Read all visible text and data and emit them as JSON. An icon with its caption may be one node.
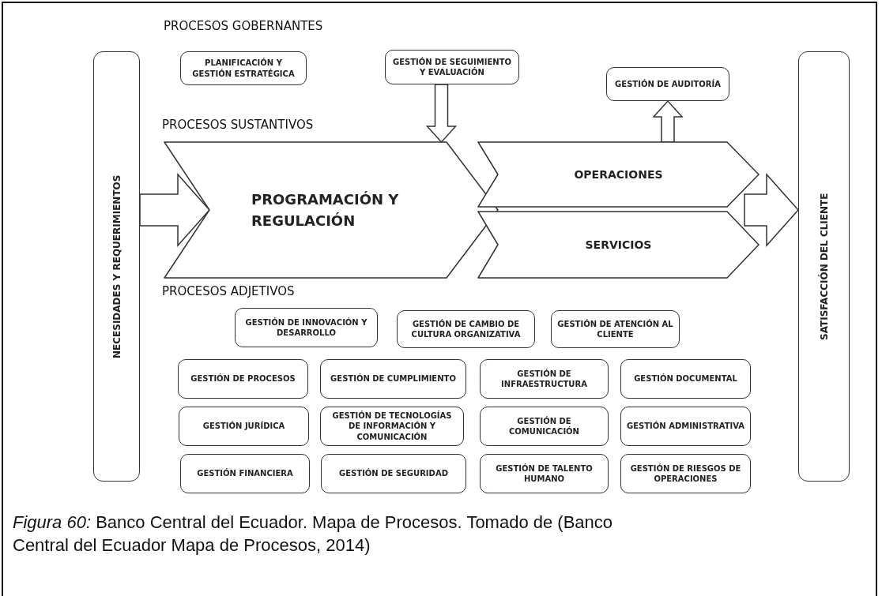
{
  "diagram": {
    "caption": "*Figura 60:* Banco Central del Ecuador. Mapa de Procesos. Tomado de (Banco Central del Ecuador Mapa de Procesos, 2014)",
    "nodes": [
      {
        "text": [
          "NECESIDADES Y REQUERIMIENTOS"
        ]
      },
      {
        "text": [
          "PLANIFICACIÓN Y GESTIÓN ESTRATÉGICA"
        ]
      },
      {
        "text": [
          "GESTIÓN DE SEGUIMIENTO Y EVALUACIÓN"
        ]
      },
      {
        "text": [
          "GESTIÓN DE AUDITORÍA"
        ]
      },
      {
        "text": [
          "PROGRAMACIÓN Y REGULACIÓN"
        ]
      },
      {
        "text": [
          "OPERACIONES"
        ]
      },
      {
        "text": [
          "SERVICIOS"
        ]
      },
      {
        "text": [
          "SATISFACCIÓN DEL CLIENTE"
        ]
      },
      {
        "text": [
          "GESTIÓN DE INNOVACIÓN Y DESARROLLO"
        ]
      },
      {
        "text": [
          "GESTIÓN DE CAMBIO DE CULTURA ORGANIZATIVA"
        ]
      },
      {
        "text": [
          "GESTIÓN DE ATENCIÓN AL CLIENTE"
        ]
      },
      {
        "text": [
          "GESTIÓN DE PROCESOS"
        ]
      },
      {
        "text": [
          "GESTIÓN DE CUMPLIMIENTO"
        ]
      },
      {
        "text": [
          "GESTIÓN DE INFRAESTRUCTURA"
        ]
      },
      {
        "text": [
          "GESTIÓN DOCUMENTAL"
        ]
      },
      {
        "text": [
          "GESTIÓN JURÍDICA"
        ]
      },
      {
        "text": [
          "GESTIÓN DE TECNOLOGÍAS DE INFORMACIÓN Y COMUNICACIÓN"
        ]
      },
      {
        "text": [
          "GESTIÓN DE COMUNICACIÓN"
        ]
      },
      {
        "text": [
          "GESTIÓN ADMINISTRATIVA"
        ]
      },
      {
        "text": [
          "GESTIÓN FINANCIERA"
        ]
      },
      {
        "text": [
          "GESTIÓN DE SEGURIDAD"
        ]
      },
      {
        "text": [
          "GESTIÓN DE TALENTO HUMANO"
        ]
      },
      {
        "text": [
          "GESTIÓN DE RIESGOS DE OPERACIONES"
        ]
      }
    ],
    "edges": [
      {
        "from": 0,
        "to": 4,
        "arrow": "to"
      },
      {
        "from": 2,
        "to": 4,
        "arrow": "to"
      },
      {
        "from": 5,
        "to": 3,
        "arrow": "to"
      },
      {
        "from": 5,
        "to": 7,
        "arrow": "to"
      },
      {
        "from": 6,
        "to": 7,
        "arrow": "to"
      }
    ],
    "labels": [
      "PROCESOS GOBERNANTES",
      "PROCESOS SUSTANTIVOS",
      "PROCESOS ADJETIVOS"
    ]
  }
}
